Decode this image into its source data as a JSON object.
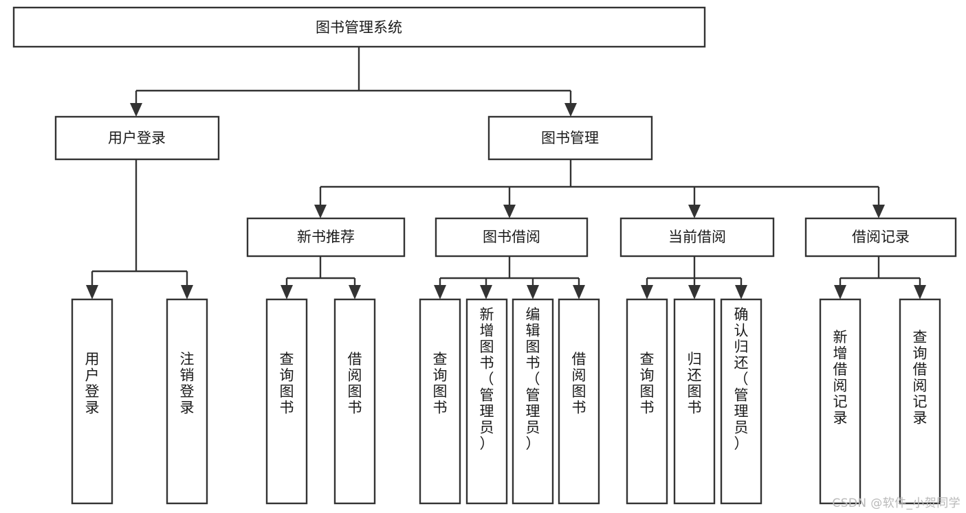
{
  "diagram": {
    "type": "tree-hierarchy",
    "title": "图书管理系统",
    "background_color": "#ffffff",
    "line_color": "#333333",
    "text_color": "#1a1a1a",
    "root": {
      "id": "root",
      "label": "图书管理系统",
      "orientation": "horizontal"
    },
    "level2": [
      {
        "id": "user-login",
        "label": "用户登录",
        "orientation": "horizontal"
      },
      {
        "id": "book-manage",
        "label": "图书管理",
        "orientation": "horizontal"
      }
    ],
    "level3": [
      {
        "id": "new-book-rec",
        "label": "新书推荐",
        "orientation": "horizontal",
        "parent": "book-manage"
      },
      {
        "id": "book-borrow",
        "label": "图书借阅",
        "orientation": "horizontal",
        "parent": "book-manage"
      },
      {
        "id": "current-borrow",
        "label": "当前借阅",
        "orientation": "horizontal",
        "parent": "book-manage"
      },
      {
        "id": "borrow-record",
        "label": "借阅记录",
        "orientation": "horizontal",
        "parent": "book-manage"
      }
    ],
    "leaves": [
      {
        "id": "leaf-user-login",
        "label": "用户登录",
        "orientation": "vertical",
        "parent": "user-login"
      },
      {
        "id": "leaf-user-logout",
        "label": "注销登录",
        "orientation": "vertical",
        "parent": "user-login"
      },
      {
        "id": "leaf-query-book-1",
        "label": "查询图书",
        "orientation": "vertical",
        "parent": "new-book-rec"
      },
      {
        "id": "leaf-borrow-book-1",
        "label": "借阅图书",
        "orientation": "vertical",
        "parent": "new-book-rec"
      },
      {
        "id": "leaf-query-book-2",
        "label": "查询图书",
        "orientation": "vertical",
        "parent": "book-borrow"
      },
      {
        "id": "leaf-add-book",
        "label": "新增图书（管理员）",
        "orientation": "vertical",
        "parent": "book-borrow"
      },
      {
        "id": "leaf-edit-book",
        "label": "编辑图书（管理员）",
        "orientation": "vertical",
        "parent": "book-borrow"
      },
      {
        "id": "leaf-borrow-book-2",
        "label": "借阅图书",
        "orientation": "vertical",
        "parent": "book-borrow"
      },
      {
        "id": "leaf-query-book-3",
        "label": "查询图书",
        "orientation": "vertical",
        "parent": "current-borrow"
      },
      {
        "id": "leaf-return-book",
        "label": "归还图书",
        "orientation": "vertical",
        "parent": "current-borrow"
      },
      {
        "id": "leaf-confirm-return",
        "label": "确认归还（管理员）",
        "orientation": "vertical",
        "parent": "current-borrow"
      },
      {
        "id": "leaf-add-record",
        "label": "新增借阅记录",
        "orientation": "vertical",
        "parent": "borrow-record"
      },
      {
        "id": "leaf-query-record",
        "label": "查询借阅记录",
        "orientation": "vertical",
        "parent": "borrow-record"
      }
    ]
  },
  "watermark": {
    "text": "CSDN @软件_小贺同学"
  }
}
